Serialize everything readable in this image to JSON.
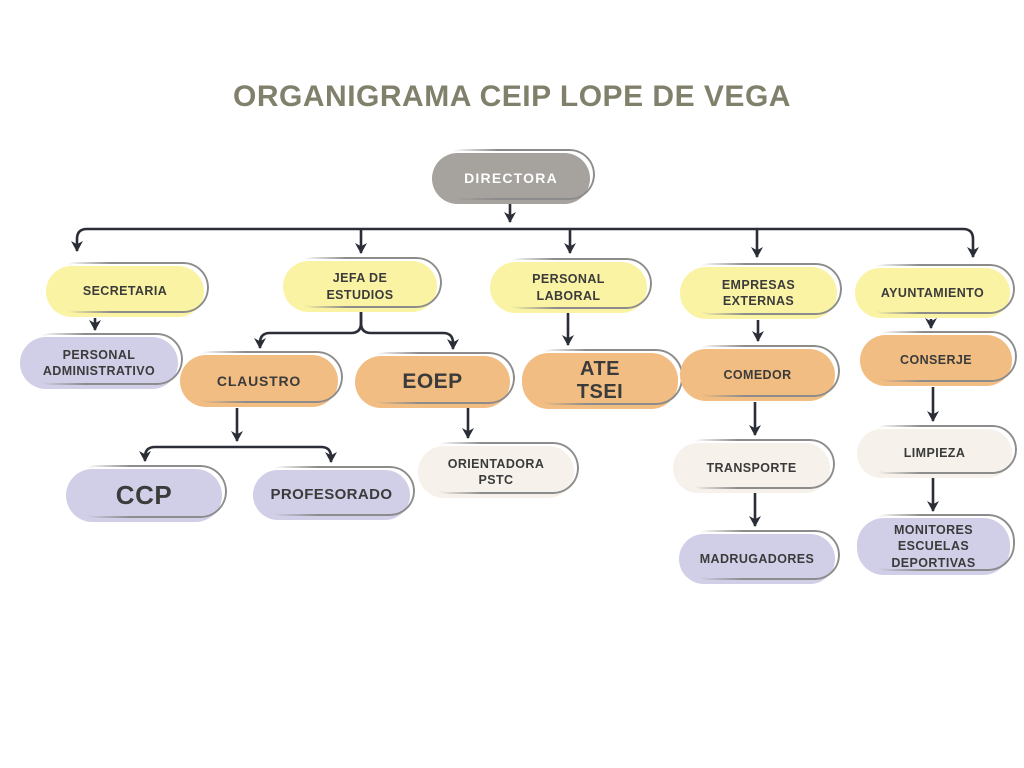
{
  "title": "ORGANIGRAMA CEIP LOPE DE VEGA",
  "theme": {
    "bg": "#FFFFFF",
    "title-color": "#80806B",
    "label-color": "#3B3B3B",
    "directora-text": "#FFFFFF",
    "node-gray": "#A6A29D",
    "node-yellow": "#FAF3A4",
    "node-orange": "#F1BD82",
    "node-lavender": "#D1CEE7",
    "node-cream": "#F6F1EA",
    "outline": "#8C8C8C",
    "connector": "#2B2E36"
  },
  "nodes": {
    "directora": {
      "label": "DIRECTORA",
      "color": "gray",
      "reports": [
        "secretaria",
        "jefa_estudios",
        "personal_laboral",
        "empresas_externas",
        "ayuntamiento"
      ]
    },
    "secretaria": {
      "label": "SECRETARIA",
      "color": "yellow",
      "reports": [
        "personal_administrativo"
      ]
    },
    "jefa_estudios": {
      "label": "JEFA DE\nESTUDIOS",
      "color": "yellow",
      "reports": [
        "claustro",
        "eoep"
      ]
    },
    "personal_laboral": {
      "label": "PERSONAL\nLABORAL",
      "color": "yellow",
      "reports": [
        "ate_tsei"
      ]
    },
    "empresas_externas": {
      "label": "EMPRESAS\nEXTERNAS",
      "color": "yellow",
      "reports": [
        "comedor"
      ]
    },
    "ayuntamiento": {
      "label": "AYUNTAMIENTO",
      "color": "yellow",
      "reports": [
        "conserje"
      ]
    },
    "personal_administrativo": {
      "label": "PERSONAL\nADMINISTRATIVO",
      "color": "lavender",
      "reports": []
    },
    "claustro": {
      "label": "CLAUSTRO",
      "color": "orange",
      "reports": [
        "ccp",
        "profesorado"
      ]
    },
    "eoep": {
      "label": "EOEP",
      "color": "orange",
      "reports": [
        "orientadora_pstc"
      ]
    },
    "ate_tsei": {
      "label": "ATE\nTSEI",
      "color": "orange",
      "reports": []
    },
    "comedor": {
      "label": "COMEDOR",
      "color": "orange",
      "reports": [
        "transporte"
      ]
    },
    "conserje": {
      "label": "CONSERJE",
      "color": "orange",
      "reports": [
        "limpieza"
      ]
    },
    "ccp": {
      "label": "CCP",
      "color": "lavender",
      "reports": []
    },
    "profesorado": {
      "label": "PROFESORADO",
      "color": "lavender",
      "reports": []
    },
    "orientadora_pstc": {
      "label": "ORIENTADORA\nPSTC",
      "color": "cream",
      "reports": []
    },
    "transporte": {
      "label": "TRANSPORTE",
      "color": "cream",
      "reports": [
        "madrugadores"
      ]
    },
    "limpieza": {
      "label": "LIMPIEZA",
      "color": "cream",
      "reports": [
        "monitores_escuelas_deportivas"
      ]
    },
    "madrugadores": {
      "label": "MADRUGADORES",
      "color": "lavender",
      "reports": []
    },
    "monitores_escuelas_deportivas": {
      "label": "MONITORES\nESCUELAS\nDEPORTIVAS",
      "color": "lavender",
      "reports": []
    }
  }
}
